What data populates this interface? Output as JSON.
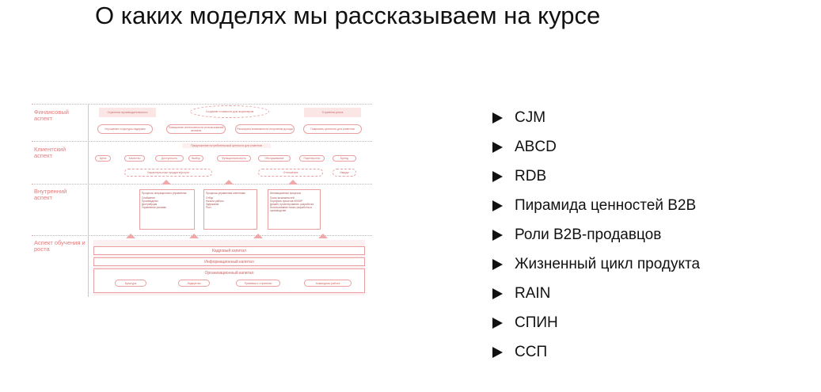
{
  "title": "О каких моделях мы рассказываем на курсе",
  "models": [
    "CJM",
    "ABCD",
    "RDB",
    "Пирамида ценностей B2B",
    "Роли B2B-продавцов",
    "Жизненный цикл продукта",
    "RAIN",
    "СПИН",
    "ССП"
  ],
  "diagram": {
    "aspects": [
      "Финансовый аспект",
      "Клиентский аспект",
      "Внутренний аспект",
      "Аспект обучения и роста"
    ],
    "financial": {
      "left_strategy": "Стратегия производительности",
      "center": "Создание стоимости для акционеров",
      "right_strategy": "Стратегия роста",
      "goals": [
        "Улучшение структуры издержек",
        "Повышение интенсивности использования активов",
        "Расширять возможности получения дохода",
        "Повышать ценность для клиентов"
      ]
    },
    "client": {
      "header": "Предложение потребительской ценности для клиентов",
      "attributes": [
        "Цена",
        "Качество",
        "Доступность",
        "Выбор",
        "Функциональность",
        "Обслуживание",
        "Партнерство",
        "Бренд"
      ],
      "groups": [
        "Характеристики продукта/услуги",
        "Отношения",
        "Имидж"
      ]
    },
    "internal": [
      {
        "title": "Процессы операционного управления",
        "items": [
          "Снабжение",
          "Производство",
          "Дистрибуция",
          "Управление рисками"
        ]
      },
      {
        "title": "Процессы управления клиентами",
        "items": [
          "Отбор",
          "Начало работы",
          "Удержание",
          "Рост"
        ]
      },
      {
        "title": "Инновационные процессы",
        "items": [
          "Поиск возможностей",
          "Портфель проектов НИОКР",
          "Дизайн, проектирование, разработка",
          "Использование новых разработок в производстве"
        ]
      }
    ],
    "learning": {
      "human": "Кадровый капитал",
      "information": "Информационный капитал",
      "organization": "Организационный капитал",
      "org_items": [
        "Культура",
        "Лидерство",
        "Привязка к стратегии",
        "Командная работа"
      ]
    }
  }
}
